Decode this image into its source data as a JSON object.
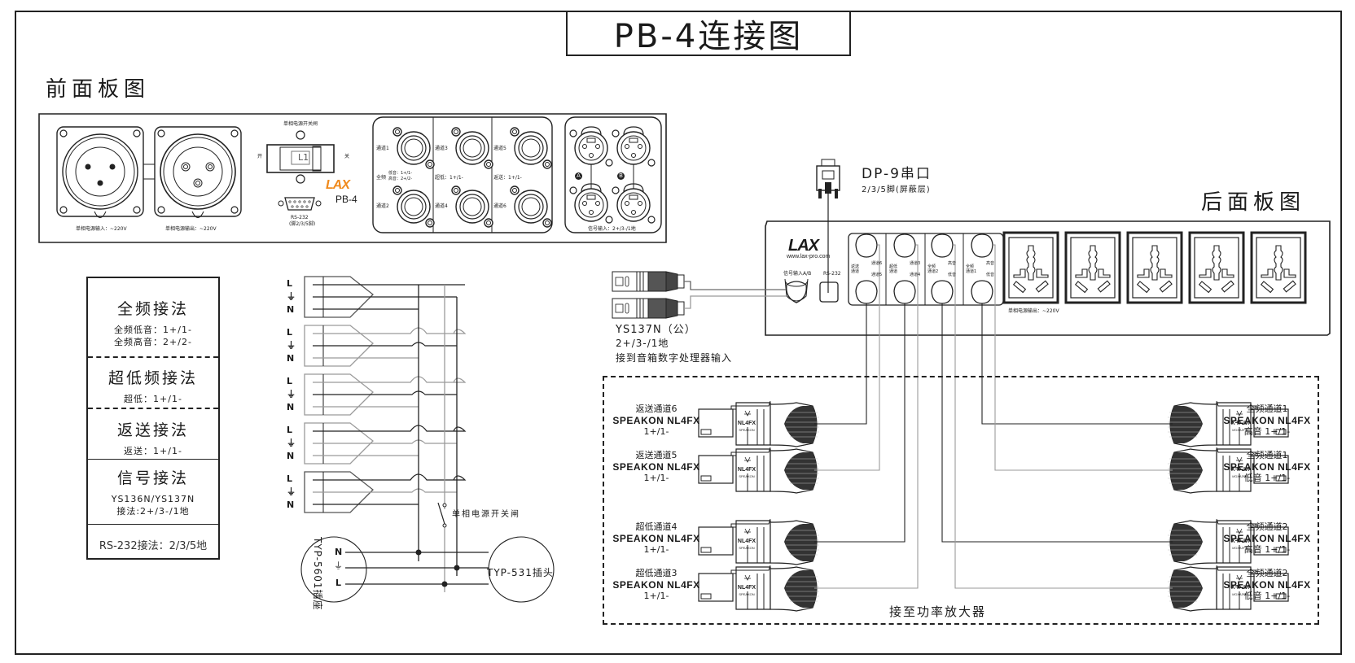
{
  "title": "PB-4连接图",
  "front_panel": {
    "heading": "前面板图",
    "power_in_label": "单相电源输入：~220V",
    "power_out_label": "单相电源输出：~220V",
    "switch_title": "单相电源开关闸",
    "switch_on": "开",
    "switch_off": "关",
    "switch_label": "L1",
    "brand": "LAX",
    "model": "PB-4",
    "rs232_label": "RS-232",
    "rs232_sub": "(脚2/3/5脚)",
    "speakon_channels": [
      {
        "label": "通道1"
      },
      {
        "label": "通道2"
      },
      {
        "label": "通道3"
      },
      {
        "label": "通道4"
      },
      {
        "label": "通道5"
      },
      {
        "label": "通道6"
      }
    ],
    "group_notes": {
      "fullrange_prefix": "全频",
      "fullrange_low": "低音：1+/1-",
      "fullrange_high": "高音：2+/2-",
      "sub": "超低：1+/1-",
      "return": "返送：1+/1-"
    },
    "xlr_a": "A",
    "xlr_b": "B",
    "xlr_pins": [
      "1",
      "2",
      "3"
    ],
    "signal_input_label": "信号输入：2+/3-/1地"
  },
  "rear_panel": {
    "heading": "后面板图",
    "brand": "LAX",
    "website": "www.lax-pro.com",
    "signal_in_label": "信号输入A/B",
    "rs232_label": "RS-232",
    "groups": [
      {
        "side": "返送\n通道",
        "top": "通道6",
        "bottom": "通道5"
      },
      {
        "side": "超低\n通道",
        "top": "通道3",
        "bottom": "通道4"
      },
      {
        "side": "全频\n通道2",
        "top": "高音",
        "bottom": "低音"
      },
      {
        "side": "全频\n通道1",
        "top": "高音",
        "bottom": "低音"
      }
    ],
    "outlets_count": 5,
    "outlet_label": "单相电源输出：~220V"
  },
  "db9": {
    "title": "DP-9串口",
    "subtitle": "2/3/5脚(屏蔽层)"
  },
  "xlr_cable": {
    "model": "YS137N（公）",
    "pins": "2+/3-/1地",
    "note": "接到音箱数字处理器输入"
  },
  "legend": {
    "sections": [
      {
        "heading": "全频接法",
        "lines": [
          "全频低音：1+/1-",
          "全频高音：2+/2-"
        ]
      },
      {
        "heading": "超低频接法",
        "lines": [
          "超低：1+/1-"
        ]
      },
      {
        "heading": "返送接法",
        "lines": [
          "返送：1+/1-"
        ]
      },
      {
        "heading": "信号接法",
        "lines": [
          "YS136N/YS137N",
          "接法:2+/3-/1地"
        ]
      }
    ],
    "rs232": "RS-232接法：2/3/5地"
  },
  "wiring": {
    "pin_labels": [
      "L",
      "⏚",
      "N"
    ],
    "outlet_rows": 5,
    "switch_label": "单相电源开关闸",
    "socket_left": "TYP-5601插座",
    "socket_left_pins": [
      "N",
      "⏚",
      "L"
    ],
    "socket_right": "TYP-531插头"
  },
  "amp_box": {
    "label": "接至功率放大器",
    "connector_brand": "NL4FX",
    "connector_sub": "SPEAKON",
    "left_connectors": [
      {
        "name": "返送通道6",
        "model": "SPEAKON NL4FX",
        "pins": "1+/1-"
      },
      {
        "name": "返送通道5",
        "model": "SPEAKON NL4FX",
        "pins": "1+/1-"
      },
      {
        "name": "超低通道4",
        "model": "SPEAKON NL4FX",
        "pins": "1+/1-"
      },
      {
        "name": "超低通道3",
        "model": "SPEAKON NL4FX",
        "pins": "1+/1-"
      }
    ],
    "right_connectors": [
      {
        "name": "全频通道1",
        "model": "SPEAKON NL4FX",
        "pins": "高音  1+/1-"
      },
      {
        "name": "全频通道1",
        "model": "SPEAKON NL4FX",
        "pins": "低音  1+/1-"
      },
      {
        "name": "全频通道2",
        "model": "SPEAKON NL4FX",
        "pins": "高音  1+/1-"
      },
      {
        "name": "全频通道2",
        "model": "SPEAKON NL4FX",
        "pins": "低音  1+/1-"
      }
    ]
  },
  "colors": {
    "ink": "#1a1a1a",
    "wire_gray": "#9a9a9a",
    "brand_orange": "#f08a1c"
  }
}
